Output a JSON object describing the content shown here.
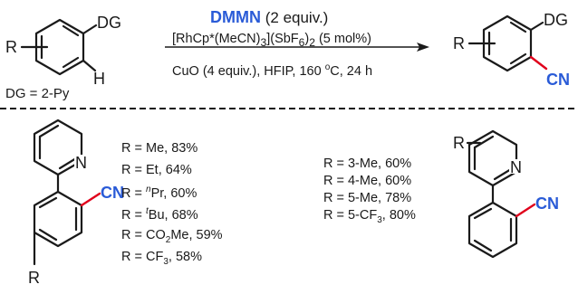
{
  "colors": {
    "accent_blue": "#2a5bd7",
    "accent_red": "#e0001b",
    "text": "#1a1a1a"
  },
  "reaction": {
    "reagent_name": "DMMN",
    "reagent_equiv": "(2 equiv.)",
    "catalyst_a": "[RhCp*(MeCN)",
    "catalyst_sub3": "3",
    "catalyst_b": "](SbF",
    "catalyst_sub6": "6",
    "catalyst_c": ")",
    "catalyst_sub2": "2",
    "catalyst_d": " (5 mol%)",
    "conditions_a": "CuO (4 equiv.), HFIP, 160 ",
    "conditions_deg": "o",
    "conditions_b": "C, 24 h",
    "dg_definition": "DG = 2-Py"
  },
  "substrate_labels": {
    "r": "R",
    "dg": "DG",
    "h": "H"
  },
  "product_labels": {
    "r": "R",
    "dg": "DG",
    "cn": "CN"
  },
  "scope_left": {
    "labels": {
      "n": "N",
      "cn": "CN",
      "r": "R"
    },
    "rows": {
      "me": "R = Me, 83%",
      "et": "R = Et, 64%",
      "npr_a": "R = ",
      "npr_sup": "n",
      "npr_b": "Pr, 60%",
      "tbu_a": "R = ",
      "tbu_sup": "t",
      "tbu_b": "Bu, 68%",
      "co2me_a": "R = CO",
      "co2me_sub": "2",
      "co2me_b": "Me, 59%",
      "cf3_a": "R = CF",
      "cf3_sub": "3",
      "cf3_b": ", 58%"
    }
  },
  "scope_right": {
    "labels": {
      "r": "R",
      "n": "N",
      "cn": "CN"
    },
    "rows": {
      "m3": "R = 3-Me, 60%",
      "m4": "R = 4-Me, 60%",
      "m5": "R = 5-Me, 78%",
      "cf3_a": "R = 5-CF",
      "cf3_sub": "3",
      "cf3_b": ", 80%"
    }
  }
}
